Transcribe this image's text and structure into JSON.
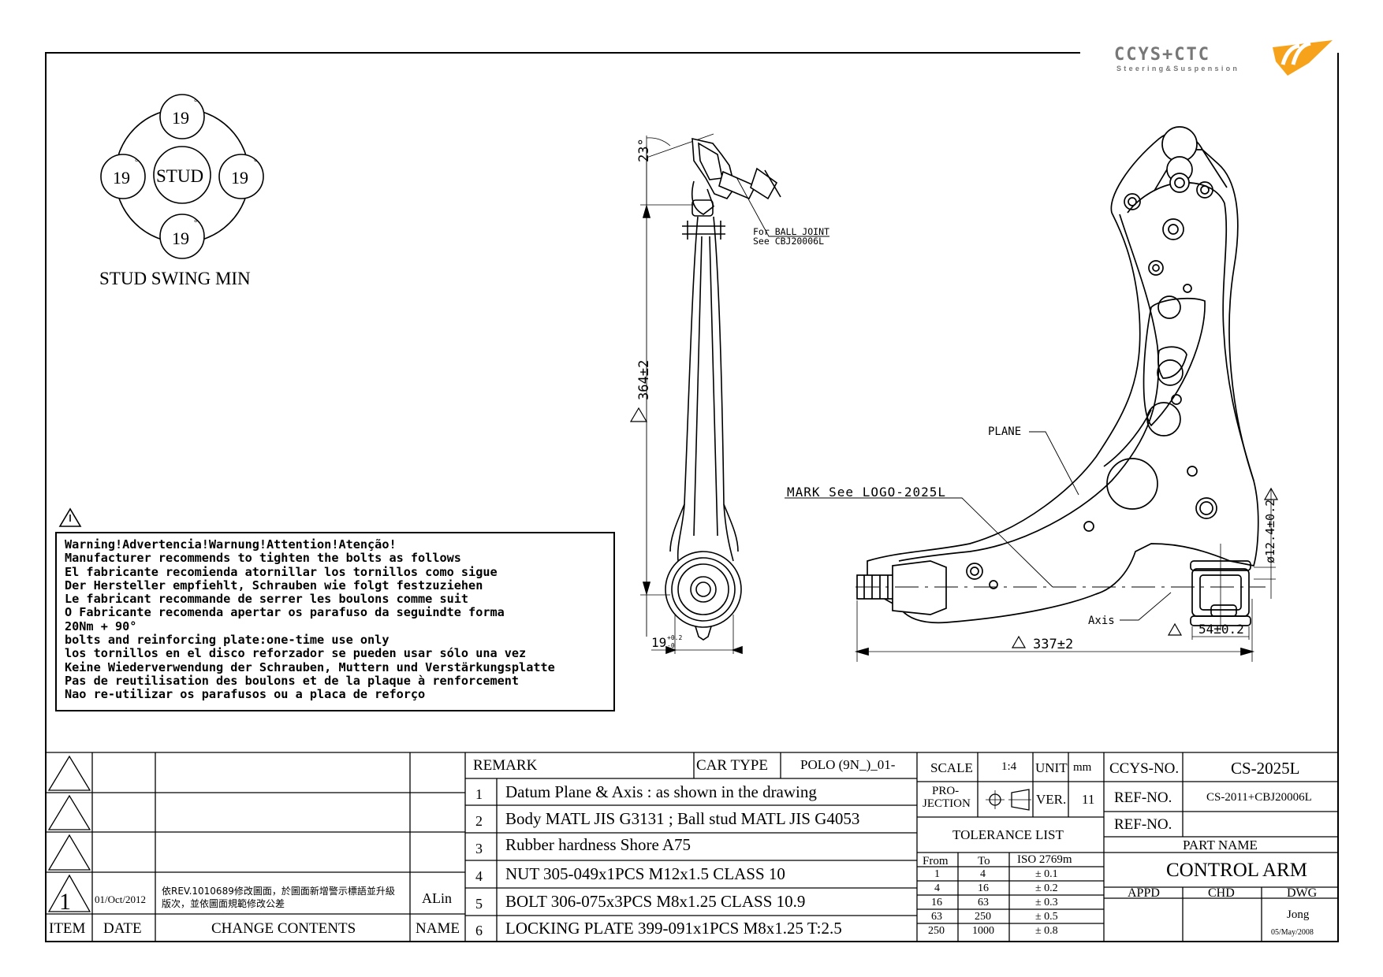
{
  "logo": {
    "brand": "CCYS+CTC",
    "tagline": "Steering&Suspension"
  },
  "stud_swing": {
    "angles": [
      "19",
      "19",
      "19",
      "19"
    ],
    "center": "STUD",
    "caption": "STUD SWING MIN"
  },
  "side_view": {
    "angle_label": "23°",
    "length_label": "364±2",
    "width_label": "19",
    "width_tol_upper": "+0.2",
    "width_tol_lower": "-0",
    "ball_joint_note_1": "For BALL JOINT",
    "ball_joint_note_2": "See CBJ20006L"
  },
  "plan_view": {
    "plane_label": "PLANE",
    "mark_label": "MARK See LOGO-2025L",
    "axis_label": "Axis",
    "length_label": "337±2",
    "bushing_width_label": "54±0.2",
    "bushing_dia_label": "ø12.4±0.2"
  },
  "warning": {
    "lines": [
      "Warning!Advertencia!Warnung!Attention!Atenção!",
      "Manufacturer recommends to tighten the bolts as follows",
      "El fabricante recomienda atornillar los tornillos como sigue",
      "Der Hersteller empfiehlt, Schrauben wie folgt festzuziehen",
      "Le fabricant recommande de serrer les boulons comme suit",
      "O Fabricante recomenda apertar os parafuso da seguindte forma",
      "20Nm + 90°",
      "bolts and reinforcing plate:one-time use only",
      "los tornillos en el disco reforzador se pueden usar sólo una vez",
      "Keine Wiederverwendung der Schrauben, Muttern und Verstärkungsplatte",
      "Pas de reutilisation des boulons et de la plaque à renforcement",
      "Nao re-utilizar os parafusos ou a placa de reforço"
    ]
  },
  "revision_table": {
    "headers": {
      "item": "ITEM",
      "date": "DATE",
      "change": "CHANGE CONTENTS",
      "name": "NAME"
    },
    "rows": [
      {
        "item": "1",
        "date": "01/Oct/2012",
        "change_1": "依REV.1010689修改圖面，於圖面新增警示標語並升級",
        "change_2": "版次，並依圖面規範修改公差",
        "name": "ALin"
      }
    ]
  },
  "remarks": {
    "header": "REMARK",
    "car_type_label": "CAR TYPE",
    "car_type": "POLO (9N_)_01-",
    "items": [
      {
        "no": "1",
        "text": "Datum Plane & Axis : as shown in the drawing"
      },
      {
        "no": "2",
        "text": "Body MATL JIS G3131 ; Ball stud MATL JIS G4053"
      },
      {
        "no": "3",
        "text": "Rubber hardness Shore A75"
      },
      {
        "no": "4",
        "text": "NUT 305-049x1PCS M12x1.5 CLASS 10"
      },
      {
        "no": "5",
        "text": "BOLT 306-075x3PCS M8x1.25 CLASS 10.9"
      },
      {
        "no": "6",
        "text": "LOCKING PLATE 399-091x1PCS M8x1.25 T:2.5"
      }
    ]
  },
  "scale_block": {
    "scale_label": "SCALE",
    "scale": "1:4",
    "unit_label": "UNIT",
    "unit": "mm",
    "projection_label_1": "PRO-",
    "projection_label_2": "JECTION",
    "ver_label": "VER.",
    "ver": "11"
  },
  "tolerance": {
    "title": "TOLERANCE LIST",
    "headers": {
      "from": "From",
      "to": "To",
      "std": "ISO 2769m"
    },
    "rows": [
      {
        "from": "1",
        "to": "4",
        "tol": "± 0.1"
      },
      {
        "from": "4",
        "to": "16",
        "tol": "± 0.2"
      },
      {
        "from": "16",
        "to": "63",
        "tol": "± 0.3"
      },
      {
        "from": "63",
        "to": "250",
        "tol": "± 0.5"
      },
      {
        "from": "250",
        "to": "1000",
        "tol": "± 0.8"
      }
    ]
  },
  "title_block": {
    "ccys_no_label": "CCYS-NO.",
    "ccys_no": "CS-2025L",
    "ref_no_label": "REF-NO.",
    "ref_no": "CS-2011+CBJ20006L",
    "ref_no_label_2": "REF-NO.",
    "ref_no_2": "",
    "part_name_label": "PART NAME",
    "part_name": "CONTROL ARM",
    "appd_label": "APPD",
    "chd_label": "CHD",
    "dwg_label": "DWG",
    "dwg_name": "Jong",
    "dwg_date": "05/May/2008"
  }
}
